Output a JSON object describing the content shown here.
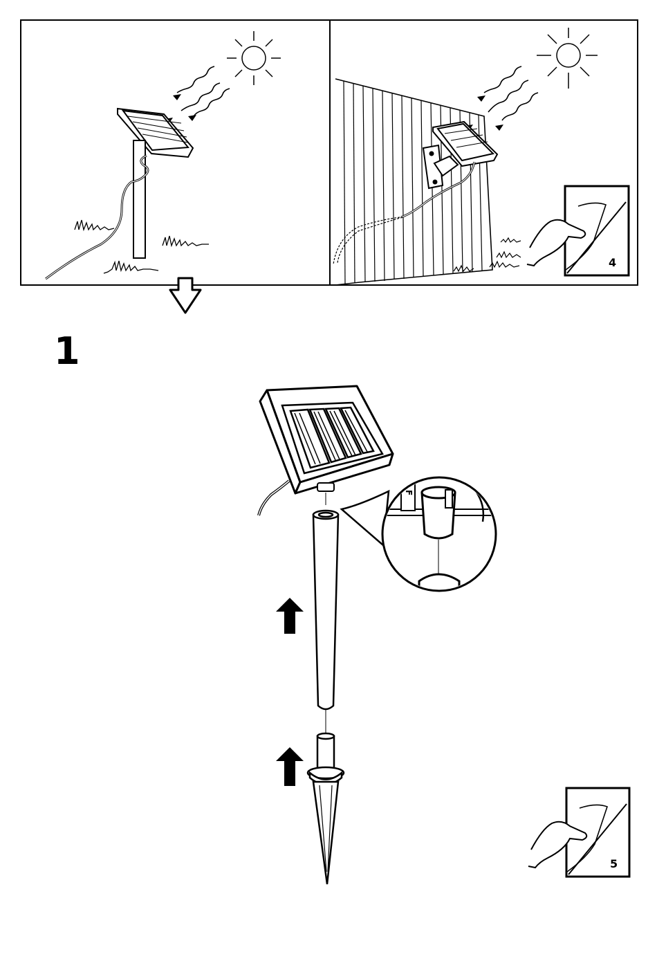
{
  "step": {
    "number": "1"
  },
  "page_refs": {
    "top_panel": "4",
    "bottom": "5"
  },
  "icons": [
    "sun-icon",
    "sun-rays-icon",
    "solar-panel-icon",
    "stake-icon",
    "down-arrow-icon",
    "up-arrow-icon",
    "turn-page-icon",
    "magnifier-detail-icon"
  ],
  "colors": {
    "ink": "#000000",
    "paper": "#ffffff"
  }
}
